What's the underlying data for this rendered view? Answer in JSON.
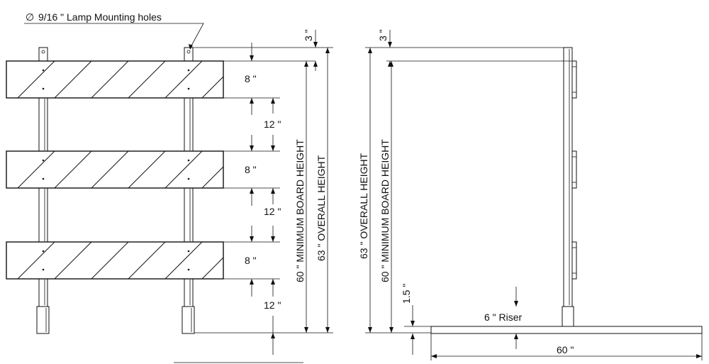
{
  "labels": {
    "lamp_holes": "9/16 \" Lamp Mounting holes",
    "top_gap": "3 \"",
    "board_height_1": "8 \"",
    "board_height_2": "8 \"",
    "board_height_3": "8 \"",
    "spacing_1": "12 \"",
    "spacing_2": "12 \"",
    "spacing_3": "12 \"",
    "min_board_height_front": "60 \" MINIMUM BOARD HEIGHT",
    "overall_height_front": "63 \" OVERALL HEIGHT",
    "overall_height_side": "63 \" OVERALL HEIGHT",
    "min_board_height_side": "60 \" MINIMUM BOARD HEIGHT",
    "side_top_gap": "3 \"",
    "riser_height": "1.5 \"",
    "riser": "6 \" Riser",
    "base_width": "60 \""
  },
  "symbols": {
    "diameter": "∅"
  }
}
